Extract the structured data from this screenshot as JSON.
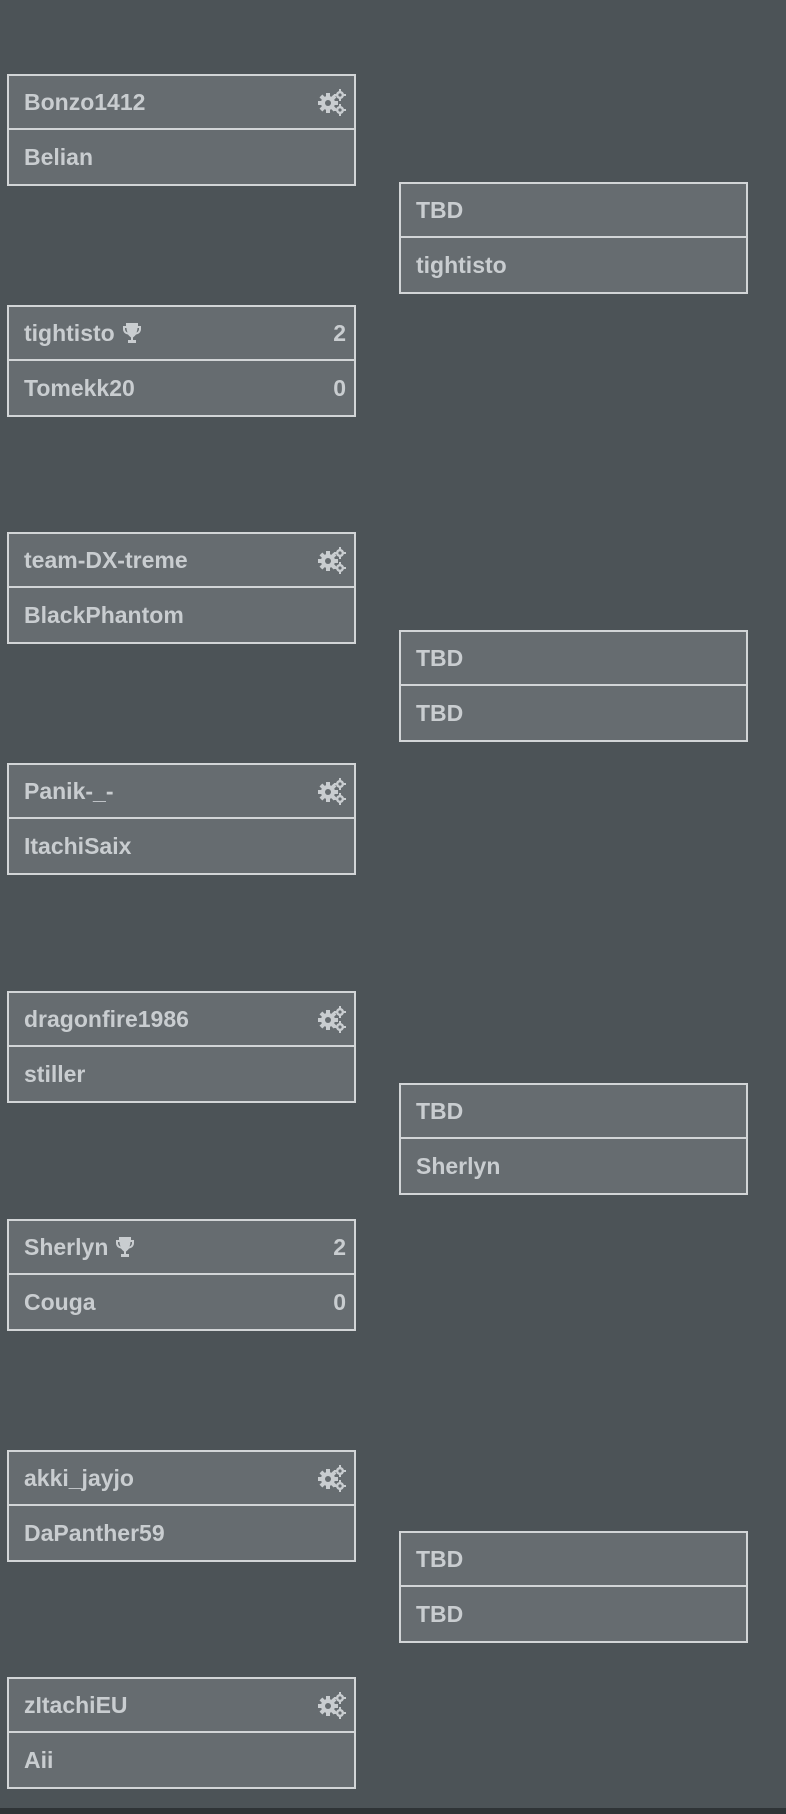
{
  "round1": [
    {
      "top": {
        "name": "Bonzo1412",
        "score": ""
      },
      "bottom": {
        "name": "Belian",
        "score": ""
      },
      "settings": true
    },
    {
      "top": {
        "name": "tightisto",
        "score": "2",
        "winner": true
      },
      "bottom": {
        "name": "Tomekk20",
        "score": "0"
      },
      "settings": false
    },
    {
      "top": {
        "name": "team-DX-treme",
        "score": ""
      },
      "bottom": {
        "name": "BlackPhantom",
        "score": ""
      },
      "settings": true
    },
    {
      "top": {
        "name": "Panik-_-",
        "score": ""
      },
      "bottom": {
        "name": "ItachiSaix",
        "score": ""
      },
      "settings": true
    },
    {
      "top": {
        "name": "dragonfire1986",
        "score": ""
      },
      "bottom": {
        "name": "stiller",
        "score": ""
      },
      "settings": true
    },
    {
      "top": {
        "name": "Sherlyn",
        "score": "2",
        "winner": true
      },
      "bottom": {
        "name": "Couga",
        "score": "0"
      },
      "settings": false
    },
    {
      "top": {
        "name": "akki_jayjo",
        "score": ""
      },
      "bottom": {
        "name": "DaPanther59",
        "score": ""
      },
      "settings": true
    },
    {
      "top": {
        "name": "zItachiEU",
        "score": ""
      },
      "bottom": {
        "name": "Aii",
        "score": ""
      },
      "settings": true
    }
  ],
  "round2": [
    {
      "top": {
        "name": "TBD"
      },
      "bottom": {
        "name": "tightisto"
      }
    },
    {
      "top": {
        "name": "TBD"
      },
      "bottom": {
        "name": "TBD"
      }
    },
    {
      "top": {
        "name": "TBD"
      },
      "bottom": {
        "name": "Sherlyn"
      }
    },
    {
      "top": {
        "name": "TBD"
      },
      "bottom": {
        "name": "TBD"
      }
    }
  ],
  "icons": {
    "settings": "gears-icon",
    "winner": "trophy-icon"
  },
  "colors": {
    "background": "#4c5357",
    "slot": "#666c70",
    "border": "#d2d5d7",
    "text": "#c9cdd0"
  }
}
